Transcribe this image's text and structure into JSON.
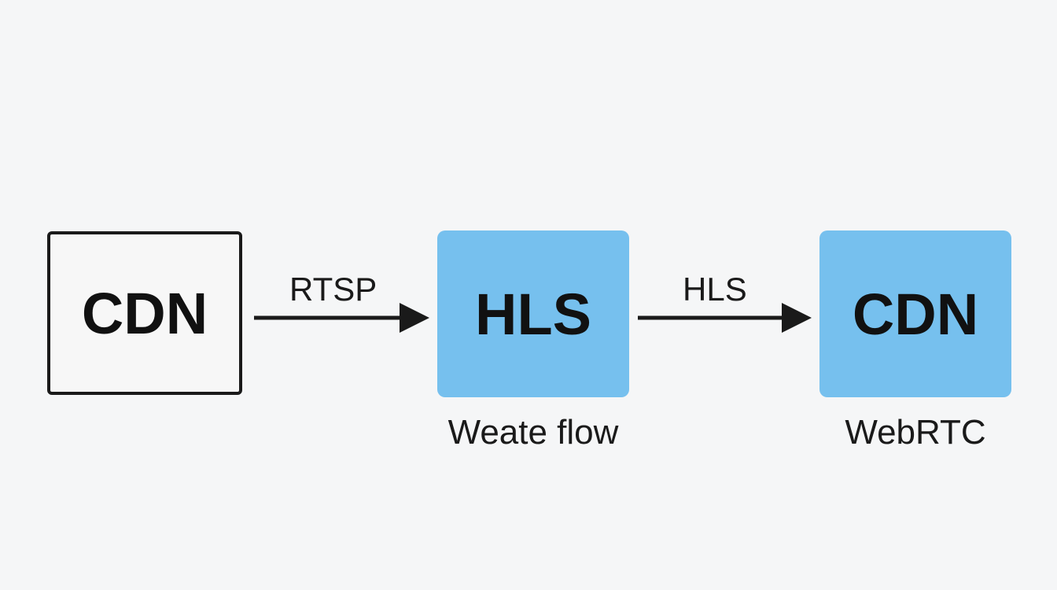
{
  "nodes": [
    {
      "label": "CDN",
      "style": "outline"
    },
    {
      "label": "HLS",
      "style": "filled",
      "caption": "Weate flow"
    },
    {
      "label": "CDN",
      "style": "filled",
      "caption": "WebRTC"
    }
  ],
  "edges": [
    {
      "label": "RTSP",
      "from": "node-0",
      "to": "node-1"
    },
    {
      "label": "HLS",
      "from": "node-1",
      "to": "node-2"
    }
  ],
  "colors": {
    "background": "#f5f6f7",
    "node_fill": "#76c0ee",
    "stroke": "#1a1a1a",
    "text": "#111111"
  }
}
